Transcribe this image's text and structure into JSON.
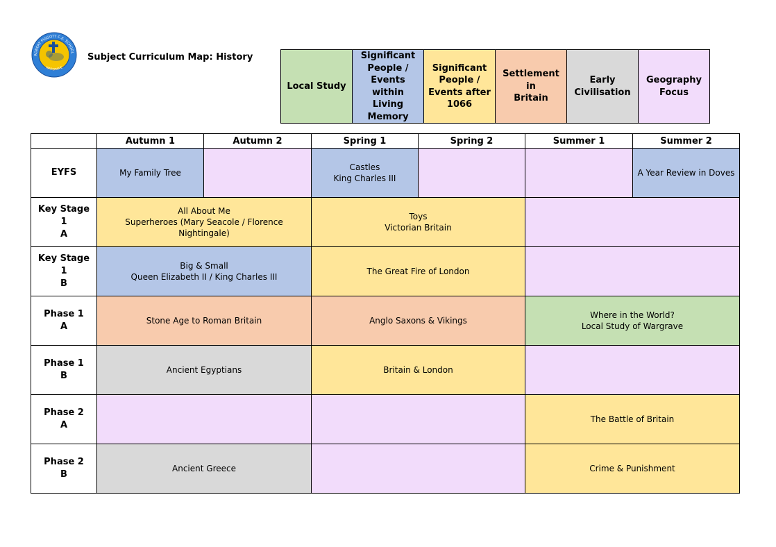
{
  "header": {
    "title": "Subject Curriculum Map: History",
    "logo_text_top": "ROBERT PIGGOTT C.E. SCHOOLS",
    "logo_text_bottom": "WARGRAVE"
  },
  "colors": {
    "local": "#c5e0b3",
    "significant_within": "#b4c6e7",
    "significant_after": "#ffe699",
    "settlement": "#f8cbad",
    "early_civ": "#d9d9d9",
    "geography": "#f2dcfb",
    "logo_blue": "#2f7fd6",
    "logo_gold": "#f5c400"
  },
  "key": [
    {
      "color_key": "local",
      "lines": [
        "Local Study"
      ]
    },
    {
      "color_key": "significant_within",
      "lines": [
        "Significant",
        "People /",
        "Events within",
        "Living",
        "Memory"
      ]
    },
    {
      "color_key": "significant_after",
      "lines": [
        "Significant",
        "People /",
        "Events after",
        "1066"
      ]
    },
    {
      "color_key": "settlement",
      "lines": [
        "Settlement in",
        "Britain"
      ]
    },
    {
      "color_key": "early_civ",
      "lines": [
        "Early",
        "Civilisation"
      ]
    },
    {
      "color_key": "geography",
      "lines": [
        "Geography",
        "Focus"
      ]
    }
  ],
  "columns": [
    "",
    "Autumn 1",
    "Autumn 2",
    "Spring 1",
    "Spring 2",
    "Summer 1",
    "Summer 2"
  ],
  "rows": [
    {
      "label": [
        "EYFS"
      ],
      "cells": [
        {
          "span": 1,
          "color_key": "significant_within",
          "lines": [
            "My Family Tree"
          ]
        },
        {
          "span": 1,
          "color_key": "geography",
          "lines": []
        },
        {
          "span": 1,
          "color_key": "significant_within",
          "lines": [
            "Castles",
            "King Charles III"
          ]
        },
        {
          "span": 1,
          "color_key": "geography",
          "lines": []
        },
        {
          "span": 1,
          "color_key": "geography",
          "lines": []
        },
        {
          "span": 1,
          "color_key": "significant_within",
          "lines": [
            "A Year Review in Doves"
          ]
        }
      ]
    },
    {
      "label": [
        "Key Stage 1",
        "A"
      ],
      "cells": [
        {
          "span": 2,
          "color_key": "significant_after",
          "lines": [
            "All About Me",
            "Superheroes (Mary Seacole / Florence Nightingale)"
          ]
        },
        {
          "span": 2,
          "color_key": "significant_after",
          "lines": [
            "Toys",
            "Victorian Britain"
          ]
        },
        {
          "span": 2,
          "color_key": "geography",
          "lines": []
        }
      ]
    },
    {
      "label": [
        "Key Stage 1",
        "B"
      ],
      "cells": [
        {
          "span": 2,
          "color_key": "significant_within",
          "lines": [
            "Big & Small",
            "Queen Elizabeth II / King Charles III"
          ]
        },
        {
          "span": 2,
          "color_key": "significant_after",
          "lines": [
            "The Great Fire of London"
          ]
        },
        {
          "span": 2,
          "color_key": "geography",
          "lines": []
        }
      ]
    },
    {
      "label": [
        "Phase 1",
        "A"
      ],
      "cells": [
        {
          "span": 2,
          "color_key": "settlement",
          "lines": [
            "Stone Age to Roman Britain"
          ]
        },
        {
          "span": 2,
          "color_key": "settlement",
          "lines": [
            "Anglo Saxons & Vikings"
          ]
        },
        {
          "span": 2,
          "color_key": "local",
          "lines": [
            "Where in the World?",
            "Local Study of Wargrave"
          ]
        }
      ]
    },
    {
      "label": [
        "Phase 1",
        "B"
      ],
      "cells": [
        {
          "span": 2,
          "color_key": "early_civ",
          "lines": [
            "Ancient Egyptians"
          ]
        },
        {
          "span": 2,
          "color_key": "significant_after",
          "lines": [
            "Britain & London"
          ]
        },
        {
          "span": 2,
          "color_key": "geography",
          "lines": []
        }
      ]
    },
    {
      "label": [
        "Phase 2",
        "A"
      ],
      "cells": [
        {
          "span": 2,
          "color_key": "geography",
          "lines": []
        },
        {
          "span": 2,
          "color_key": "geography",
          "lines": []
        },
        {
          "span": 2,
          "color_key": "significant_after",
          "lines": [
            "The Battle of Britain"
          ]
        }
      ]
    },
    {
      "label": [
        "Phase 2",
        "B"
      ],
      "cells": [
        {
          "span": 2,
          "color_key": "early_civ",
          "lines": [
            "Ancient Greece"
          ]
        },
        {
          "span": 2,
          "color_key": "geography",
          "lines": []
        },
        {
          "span": 2,
          "color_key": "significant_after",
          "lines": [
            "Crime & Punishment"
          ]
        }
      ]
    }
  ]
}
